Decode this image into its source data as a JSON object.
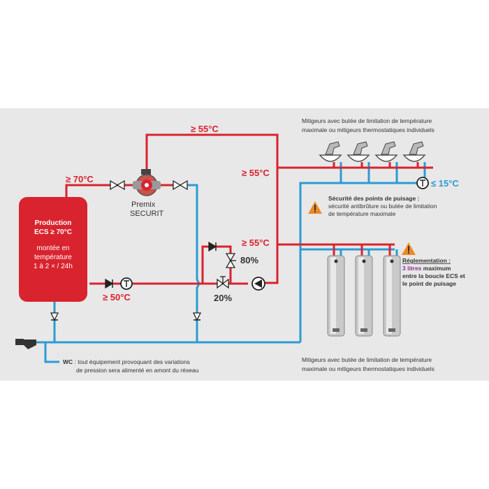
{
  "labels": {
    "hot_top": "≥ 55°C",
    "hot_right_upper": "≥ 55°C",
    "hot_right_lower": "≥ 55°C",
    "hot_left": "≥ 70°C",
    "return_temp": "≥ 50°C",
    "cold_temp": "≤ 15°C",
    "valve_80": "80%",
    "valve_20": "20%",
    "premix_line1": "Premix",
    "premix_line2": "SECURIT"
  },
  "tank": {
    "title_line1": "Production",
    "title_line2": "ECS ≥ 70°C",
    "text_line1": "montée en",
    "text_line2": "température",
    "text_line3": "1 à 2 × / 24h"
  },
  "notes": {
    "top_line1": "Mitigeurs avec butée de limitation de température",
    "top_line2": "maximale ou mitigeurs thermostatiques individuels",
    "bottom_line1": "Mitigeurs avec butée de limitation de température",
    "bottom_line2": "maximale ou mitigeurs thermostatiques individuels",
    "securite_title": "Sécurité des points de puisage :",
    "securite_line1": "sécurité antibrûlure ou butée de limitation",
    "securite_line2": "de température maximale",
    "reglementation_title": "Réglementation :",
    "reglementation_highlight": "3 litres",
    "reglementation_line1_rest": " maximum",
    "reglementation_line2": "entre la boucle ECS et",
    "reglementation_line3": "le point de puisage",
    "wc_label": "WC",
    "wc_line1": " : tout équipement provoquant des variations",
    "wc_line2": "de pression sera alimenté en amont du réseau"
  },
  "colors": {
    "hot": "#d9232e",
    "cold": "#2b9bd3",
    "highlight": "#8b2f8f",
    "warning": "#f08a24"
  },
  "icons": [
    "tap-basin-icon",
    "shower-column-icon",
    "thermometer-icon",
    "pump-icon",
    "valve-icon",
    "non-return-valve-icon",
    "mixing-valve-icon",
    "warning-icon",
    "wc-icon"
  ]
}
